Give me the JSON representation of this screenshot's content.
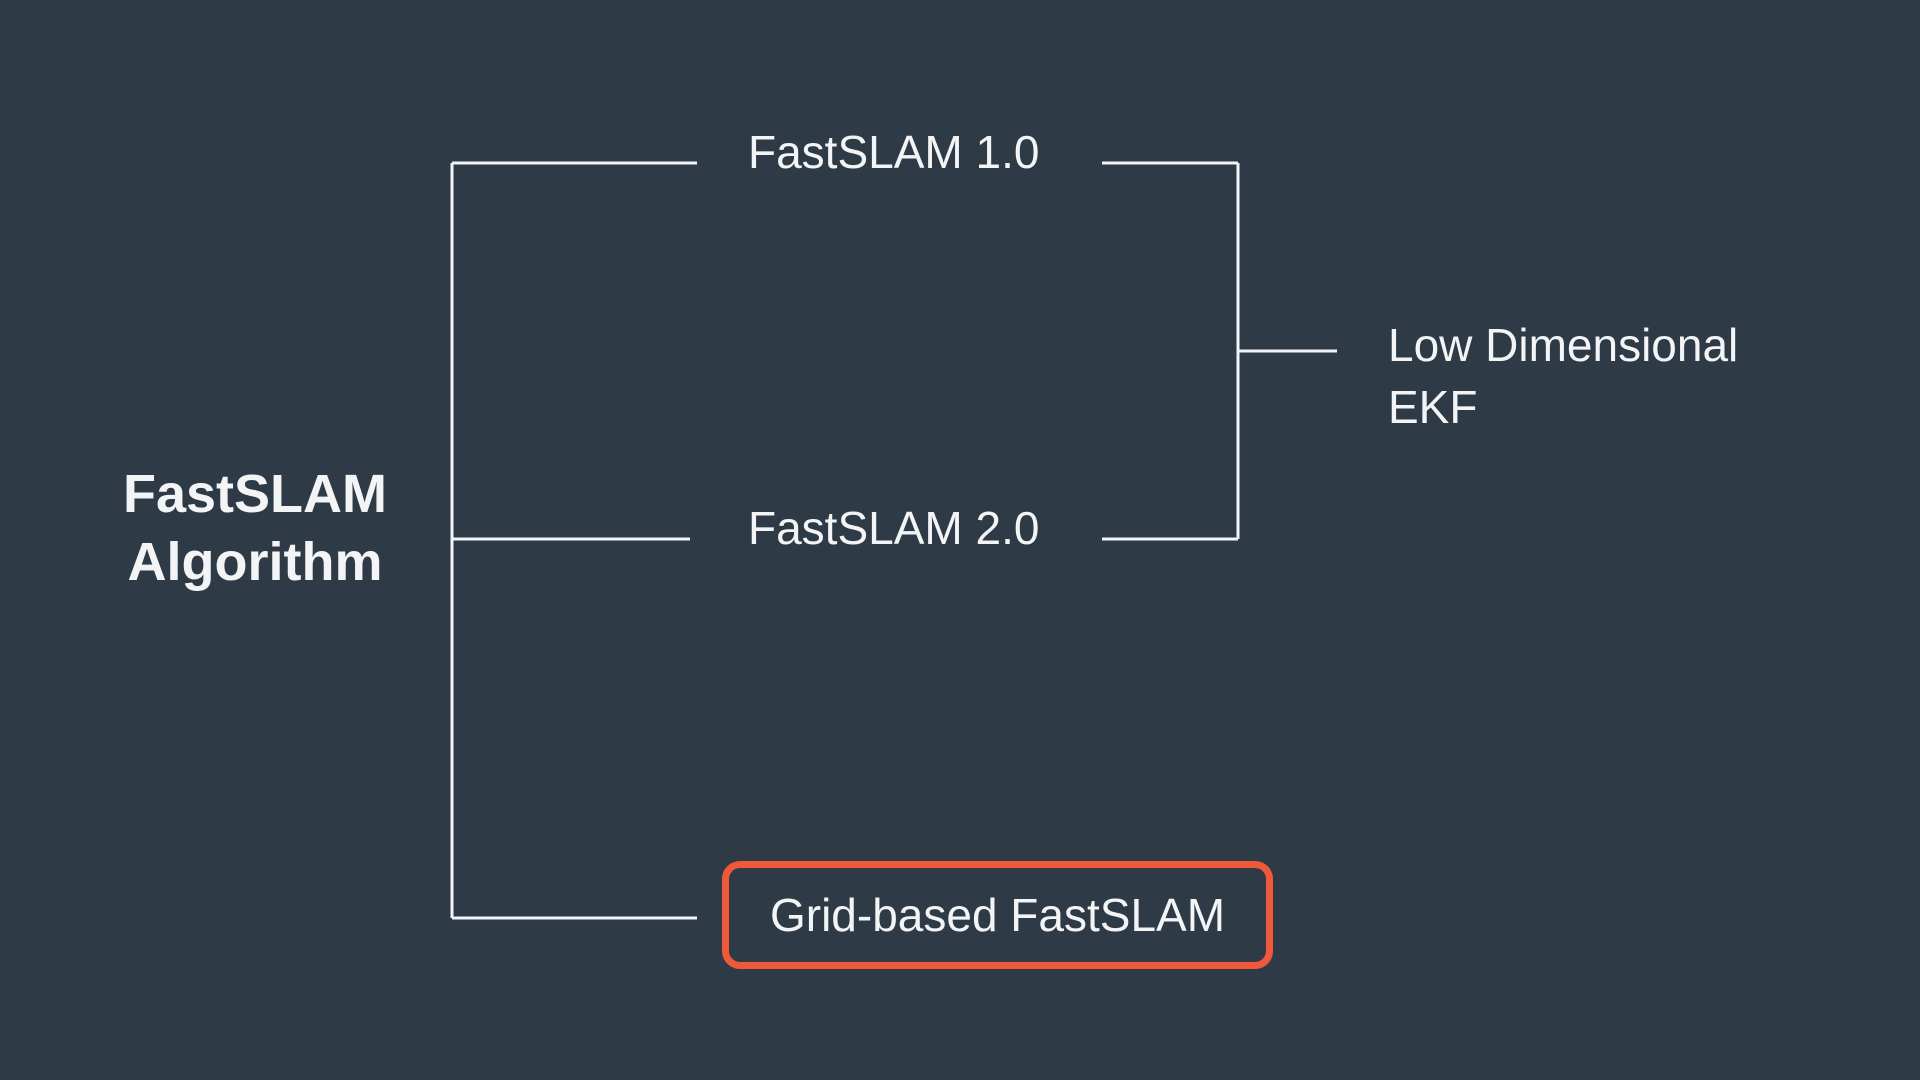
{
  "diagram": {
    "root": {
      "label": "FastSLAM Algorithm"
    },
    "nodes": {
      "fastslam1": {
        "label": "FastSLAM 1.0",
        "highlighted": false
      },
      "fastslam2": {
        "label": "FastSLAM 2.0",
        "highlighted": false
      },
      "grid_based": {
        "label": "Grid-based FastSLAM",
        "highlighted": true
      },
      "low_dim_ekf": {
        "label": "Low Dimensional EKF",
        "highlighted": false
      }
    },
    "edges": [
      {
        "from": "FastSLAM Algorithm",
        "to": "FastSLAM 1.0"
      },
      {
        "from": "FastSLAM Algorithm",
        "to": "FastSLAM 2.0"
      },
      {
        "from": "FastSLAM Algorithm",
        "to": "Grid-based FastSLAM"
      },
      {
        "from": "FastSLAM 1.0",
        "to": "Low Dimensional EKF"
      },
      {
        "from": "FastSLAM 2.0",
        "to": "Low Dimensional EKF"
      }
    ],
    "colors": {
      "background": "#2f3a47",
      "line": "#f2f4f5",
      "text": "#f2f4f5",
      "highlight_border": "#f0583a"
    }
  }
}
